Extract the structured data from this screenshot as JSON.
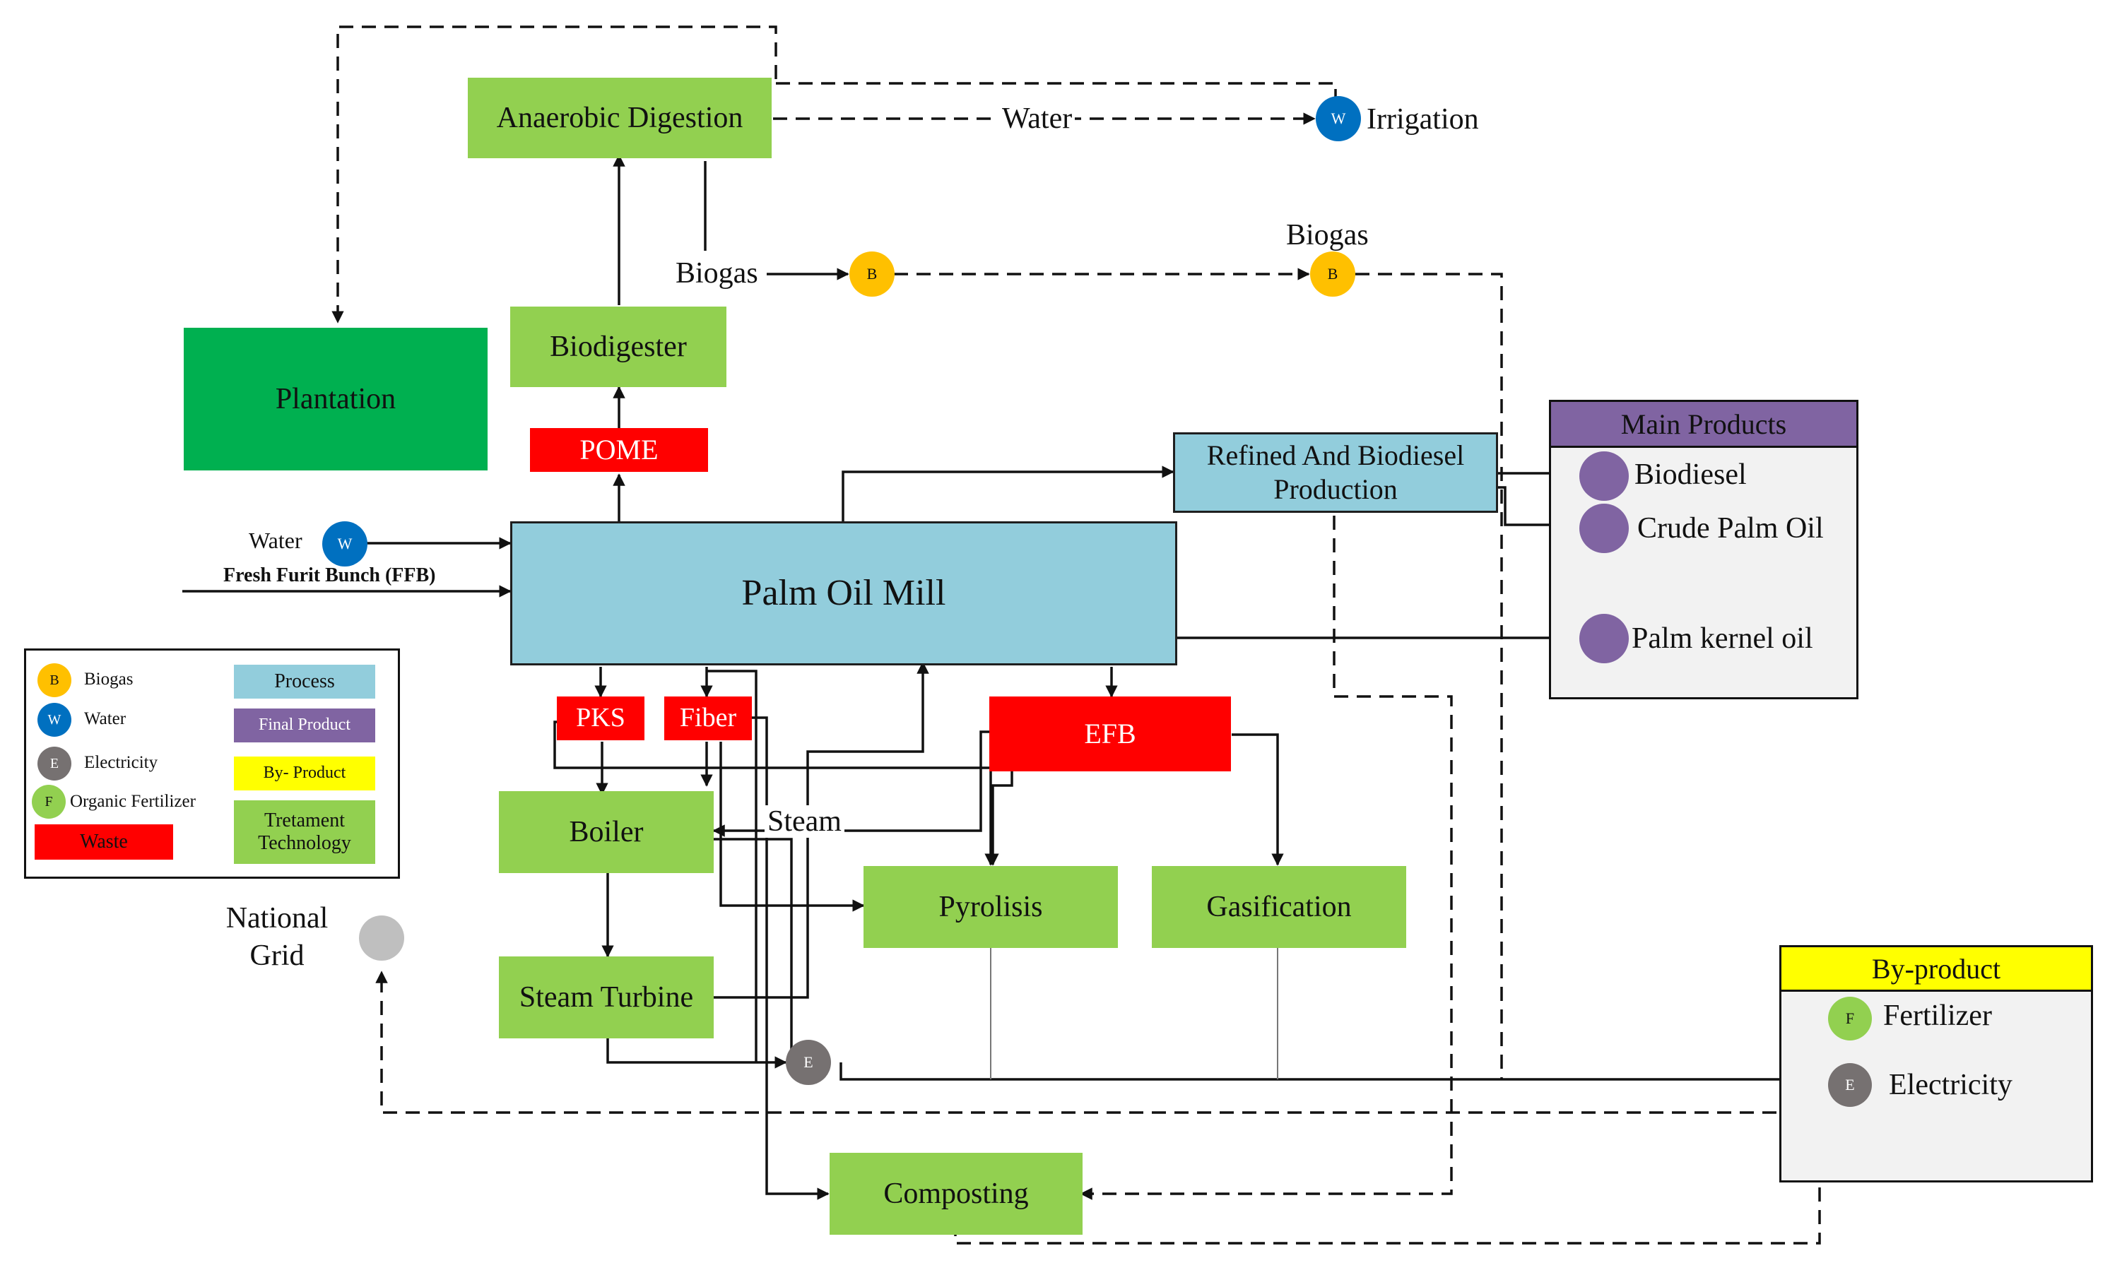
{
  "nodes": {
    "anaerobic_digestion": "Anaerobic Digestion",
    "biodigester": "Biodigester",
    "plantation": "Plantation",
    "pome": "POME",
    "palm_oil_mill": "Palm Oil Mill",
    "refined": "Refined And Biodiesel Production",
    "pks": "PKS",
    "fiber": "Fiber",
    "efb": "EFB",
    "boiler": "Boiler",
    "steam_turbine": "Steam Turbine",
    "pyrolisis": "Pyrolisis",
    "gasification": "Gasification",
    "composting": "Composting"
  },
  "labels": {
    "water_flow": "Water",
    "irrigation": "Irrigation",
    "biogas_left": "Biogas",
    "biogas_right": "Biogas",
    "water_input": "Water",
    "ffb_input": "Fresh Furit Bunch (FFB)",
    "steam": "Steam",
    "national_grid": "National Grid"
  },
  "markers": {
    "biogas": "B",
    "water": "W",
    "electricity": "E",
    "fertilizer": "F"
  },
  "main_products": {
    "title": "Main Products",
    "items": [
      "Biodiesel",
      "Crude Palm Oil",
      "Palm kernel oil"
    ]
  },
  "by_products": {
    "title": "By-product",
    "items": [
      "Fertilizer",
      "Electricity"
    ]
  },
  "legend": {
    "markers": [
      {
        "letter": "B",
        "label": "Biogas"
      },
      {
        "letter": "W",
        "label": "Water"
      },
      {
        "letter": "E",
        "label": "Electricity"
      },
      {
        "letter": "F",
        "label": "Organic Fertilizer"
      }
    ],
    "waste": "Waste",
    "process": "Process",
    "final_product": "Final Product",
    "by_product": "By- Product",
    "treatment": "Tretament Technology"
  },
  "colors": {
    "process": "#92cddc",
    "waste": "#ff0000",
    "treatment": "#92d050",
    "plantation": "#00b050",
    "final_product": "#8064a2",
    "by_product": "#ffff00",
    "biogas": "#ffc000",
    "water": "#0070c0",
    "electricity": "#767171"
  }
}
